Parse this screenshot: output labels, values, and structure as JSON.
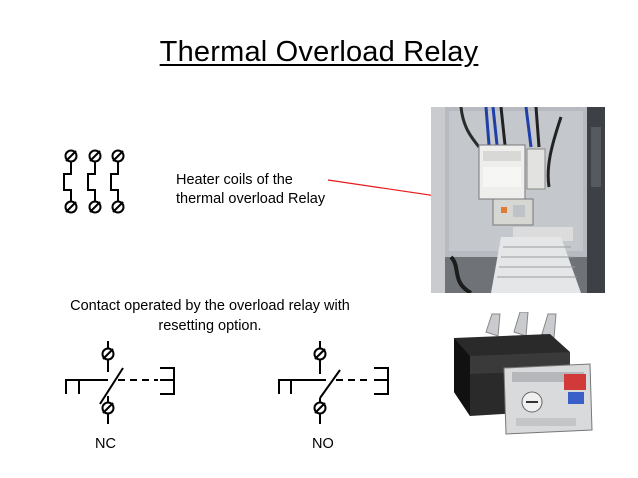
{
  "slide": {
    "title": "Thermal Overload Relay",
    "heater_callout": {
      "line1": "Heater coils of the",
      "line2": "thermal overload  Relay"
    },
    "contact_caption": {
      "line1": "Contact operated by the overload relay with",
      "line2": "resetting option."
    },
    "contact_labels": {
      "nc": "NC",
      "no": "NO"
    },
    "colors": {
      "callout_line": "#e8191b",
      "text": "#000000"
    }
  }
}
